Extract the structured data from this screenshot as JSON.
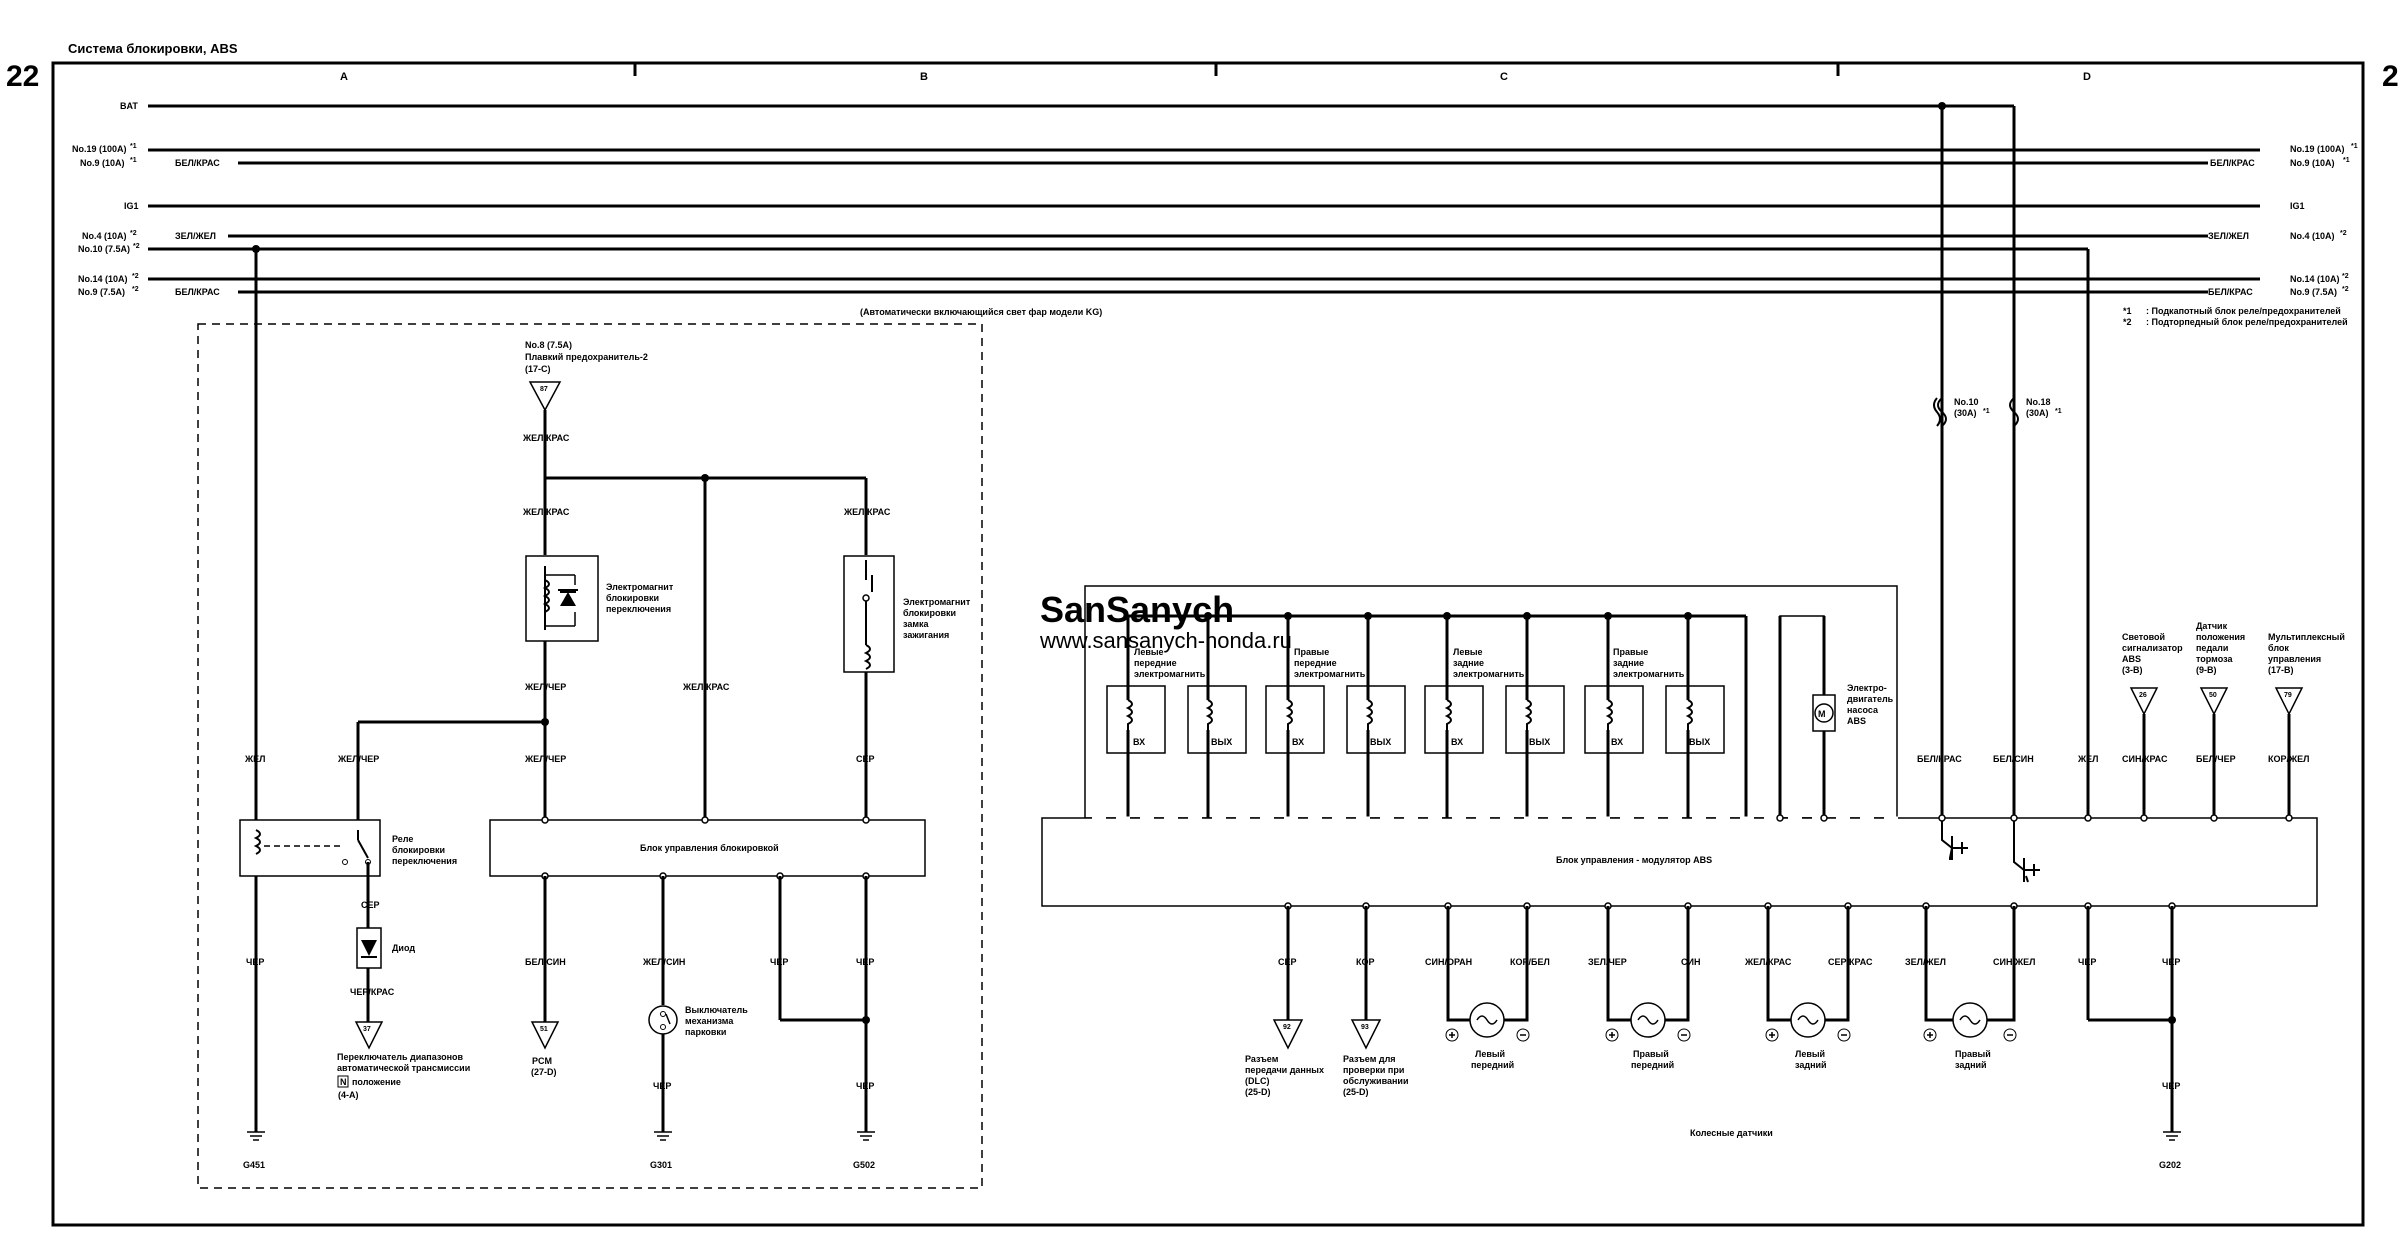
{
  "page": {
    "number_left": "22",
    "number_right": "2",
    "title": "Система блокировки, ABS"
  },
  "zones": [
    "A",
    "B",
    "C",
    "D"
  ],
  "watermark": {
    "line1": "SanSanych",
    "line2": "www.sansanych-honda.ru"
  },
  "buses": {
    "bat": "BAT",
    "no19_l": "No.19 (100A)",
    "no19_r": "No.19 (100A)",
    "no9_l": "No.9 (10A)",
    "no9_r": "No.9 (10A)",
    "no9_wire_l": "БЕЛ/КРАС",
    "no9_wire_r": "БЕЛ/КРАС",
    "ig1_l": "IG1",
    "ig1_r": "IG1",
    "no4_l": "No.4 (10A)",
    "no4_r": "No.4 (10A)",
    "no4_wire_l": "ЗЕЛ/ЖЕЛ",
    "no4_wire_r": "ЗЕЛ/ЖЕЛ",
    "no10_l": "No.10 (7.5A)",
    "no14_l": "No.14 (10A)",
    "no14_r": "No.14 (10A)",
    "no9b_l": "No.9 (7.5A)",
    "no9b_r": "No.9 (7.5A)",
    "no9b_wire_l": "БЕЛ/КРАС",
    "no9b_wire_r": "БЕЛ/КРАС",
    "sup1": "*1",
    "sup2": "*2"
  },
  "notes": {
    "n1_mark": "*1",
    "n1_text": ": Подкапотный блок реле/предохранителей",
    "n2_mark": "*2",
    "n2_text": ": Подторпедный блок реле/предохранителей",
    "kg": "(Автоматически включающийся свет фар модели KG)"
  },
  "left": {
    "fuse_line1": "No.8 (7.5A)",
    "fuse_line2": "Плавкий предохранитель-2",
    "fuse_line3": "(17-C)",
    "conn_87": "87",
    "w_zk1": "ЖЕЛ/КРАС",
    "w_zk2": "ЖЕЛ/КРАС",
    "w_zk3": "ЖЕЛ/КРАС",
    "w_zk4": "ЖЕЛ/КРАС",
    "solenoid1_l1": "Электромагнит",
    "solenoid1_l2": "блокировки",
    "solenoid1_l3": "переключения",
    "solenoid2_l1": "Электромагнит",
    "solenoid2_l2": "блокировки",
    "solenoid2_l3": "замка",
    "solenoid2_l4": "зажигания",
    "w_zch1": "ЖЕЛ/ЧЕР",
    "w_zch2": "ЖЕЛ/ЧЕР",
    "w_zch3": "ЖЕЛ/ЧЕР",
    "w_zhel": "ЖЕЛ",
    "w_ser1": "СЕР",
    "w_ser2": "СЕР",
    "relay_l1": "Реле",
    "relay_l2": "блокировки",
    "relay_l3": "переключения",
    "lock_unit": "Блок управления блокировкой",
    "w_cher1": "ЧЕР",
    "w_cher2": "ЧЕР",
    "w_cher3": "ЧЕР",
    "w_cher4": "ЧЕР",
    "w_cher5": "ЧЕР",
    "w_bs": "БЕЛ/СИН",
    "w_zs": "ЖЕЛ/СИН",
    "diode": "Диод",
    "w_chk": "ЧЕР/КРАС",
    "conn_37": "37",
    "conn_51": "51",
    "selector_l1": "Переключатель диапазонов",
    "selector_l2": "автоматической трансмиссии",
    "selector_n": "N",
    "selector_l3": "положение",
    "selector_l4": "(4-A)",
    "pcm_l1": "PCM",
    "pcm_l2": "(27-D)",
    "park_l1": "Выключатель",
    "park_l2": "механизма",
    "park_l3": "парковки",
    "g451": "G451",
    "g301": "G301",
    "g502": "G502"
  },
  "abs": {
    "lf_l1": "Левые",
    "lf_l2": "передние",
    "lf_l3": "электромагнить",
    "rf_l1": "Правые",
    "rf_l2": "передние",
    "rf_l3": "электромагнить",
    "lr_l1": "Левые",
    "lr_l2": "задние",
    "lr_l3": "электромагнить",
    "rr_l1": "Правые",
    "rr_l2": "задние",
    "rr_l3": "электромагнить",
    "vh": "ВХ",
    "vyh": "ВЫХ",
    "motor_l1": "Электро-",
    "motor_l2": "двигатель",
    "motor_l3": "насоса",
    "motor_l4": "ABS",
    "fuse10_l1": "No.10",
    "fuse10_l2": "(30A)",
    "fuse18_l1": "No.18",
    "fuse18_l2": "(30A)",
    "w_bk": "БЕЛ/КРАС",
    "w_bs": "БЕЛ/СИН",
    "w_zh": "ЖЕЛ",
    "w_sk": "СИН/КРАС",
    "w_bch": "БЕЛ/ЧЕР",
    "w_kzh": "КОР/ЖЕЛ",
    "ind_l1": "Световой",
    "ind_l2": "сигнализатор",
    "ind_l3": "ABS",
    "ind_l4": "(3-B)",
    "brk_l1": "Датчик",
    "brk_l2": "положения",
    "brk_l3": "педали",
    "brk_l4": "тормоза",
    "brk_l5": "(9-B)",
    "mux_l1": "Мультиплексный",
    "mux_l2": "блок",
    "mux_l3": "управления",
    "mux_l4": "(17-B)",
    "conn_26": "26",
    "conn_50": "50",
    "conn_79": "79",
    "module": "Блок управления - модулятор ABS",
    "w_ser": "СЕР",
    "w_kor": "КОР",
    "w_sin_or": "СИН/ОРАН",
    "w_kor_bel": "КОР/БЕЛ",
    "w_zel_cher": "ЗЕЛ/ЧЕР",
    "w_sin": "СИН",
    "w_zhel_kras": "ЖЕЛ/КРАС",
    "w_ser_kras": "СЕР/КРАС",
    "w_zel_zhel": "ЗЕЛ/ЖЕЛ",
    "w_sin_zhel": "СИН/ЖЕЛ",
    "w_cher1": "ЧЕР",
    "w_cher2": "ЧЕР",
    "w_cher3": "ЧЕР",
    "conn_92": "92",
    "conn_93": "93",
    "dlc_l1": "Разъем",
    "dlc_l2": "передачи данных",
    "dlc_l3": "(DLC)",
    "dlc_l4": "(25-D)",
    "svc_l1": "Разъем для",
    "svc_l2": "проверки при",
    "svc_l3": "обслуживании",
    "svc_l4": "(25-D)",
    "s_lf_l1": "Левый",
    "s_lf_l2": "передний",
    "s_rf_l1": "Правый",
    "s_rf_l2": "передний",
    "s_lr_l1": "Левый",
    "s_lr_l2": "задний",
    "s_rr_l1": "Правый",
    "s_rr_l2": "задний",
    "sensors": "Колесные датчики",
    "g202": "G202"
  }
}
